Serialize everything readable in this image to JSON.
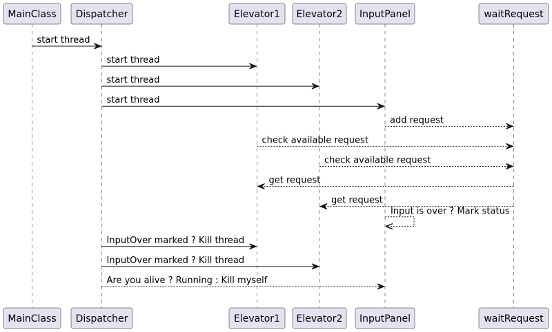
{
  "diagram": {
    "participants": [
      {
        "id": "main",
        "name": "MainClass"
      },
      {
        "id": "disp",
        "name": "Dispatcher"
      },
      {
        "id": "e1",
        "name": "Elevator1"
      },
      {
        "id": "e2",
        "name": "Elevator2"
      },
      {
        "id": "ip",
        "name": "InputPanel"
      },
      {
        "id": "wr",
        "name": "waitRequest"
      }
    ],
    "messages": [
      {
        "from": "main",
        "to": "disp",
        "label": "start thread",
        "style": "solid"
      },
      {
        "from": "disp",
        "to": "e1",
        "label": "start thread",
        "style": "solid"
      },
      {
        "from": "disp",
        "to": "e2",
        "label": "start thread",
        "style": "solid"
      },
      {
        "from": "disp",
        "to": "ip",
        "label": "start thread",
        "style": "solid"
      },
      {
        "from": "ip",
        "to": "wr",
        "label": "add request",
        "style": "dashed"
      },
      {
        "from": "e1",
        "to": "wr",
        "label": "check available request",
        "style": "dashed"
      },
      {
        "from": "e2",
        "to": "wr",
        "label": "check available request",
        "style": "dashed"
      },
      {
        "from": "wr",
        "to": "e1",
        "label": "get request",
        "style": "dashed"
      },
      {
        "from": "wr",
        "to": "e2",
        "label": "get request",
        "style": "dashed"
      },
      {
        "from": "ip",
        "to": "ip",
        "label": "Input is over ? Mark status",
        "style": "dashed"
      },
      {
        "from": "disp",
        "to": "e1",
        "label": "InputOver marked ? Kill thread",
        "style": "solid"
      },
      {
        "from": "disp",
        "to": "e2",
        "label": "InputOver marked ? Kill thread",
        "style": "solid"
      },
      {
        "from": "disp",
        "to": "ip",
        "label": "Are you alive ? Running : Kill myself",
        "style": "dashed"
      }
    ]
  },
  "colors": {
    "participant_fill": "#e2e2f0",
    "line": "#181818",
    "background": "#ffffff"
  }
}
